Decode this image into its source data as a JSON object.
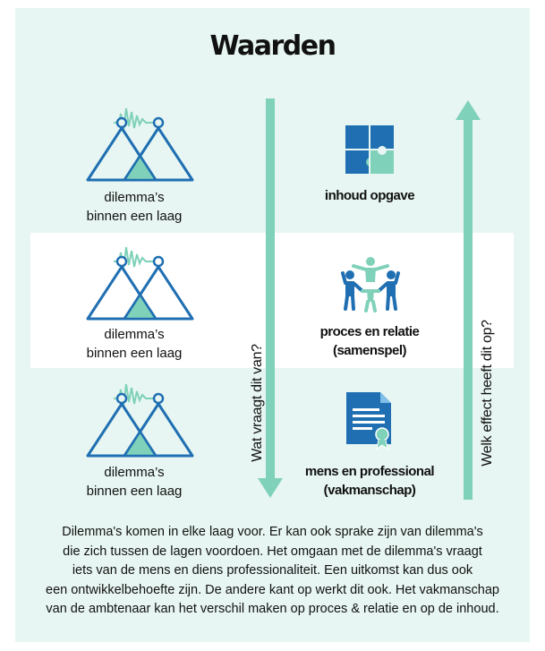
{
  "title": "Waarden",
  "dilemma_label_line1": "dilemma’s",
  "dilemma_label_line2": "binnen een laag",
  "levels": [
    {
      "label_line1": "inhoud opgave",
      "label_line2": "",
      "icon": "puzzle-icon"
    },
    {
      "label_line1": "proces en relatie",
      "label_line2": "(samenspel)",
      "icon": "people-circle-icon"
    },
    {
      "label_line1": "mens en professional",
      "label_line2": "(vakmanschap)",
      "icon": "document-certificate-icon"
    }
  ],
  "arrow_down_label": "Wat vraagt dit van?",
  "arrow_up_label": "Welk effect heeft dit op?",
  "caption_lines": [
    "Dilemma's komen in elke laag voor. Er kan ook sprake zijn van dilemma's",
    "die zich tussen de lagen voordoen. Het omgaan met de dilemma's vraagt",
    "iets van de mens en diens professionaliteit. Een uitkomst kan dus ook",
    "een ontwikkelbehoefte zijn. De andere kant op werkt dit ook. Het vakmanschap",
    "van de ambtenaar kan het verschil maken op proces & relatie en op de inhoud."
  ],
  "colors": {
    "panel_bg": "#e7f6f2",
    "triangle_blue": "#1f6fb2",
    "accent_teal": "#7fd1b9",
    "arrow_teal": "#7fd1b9"
  }
}
